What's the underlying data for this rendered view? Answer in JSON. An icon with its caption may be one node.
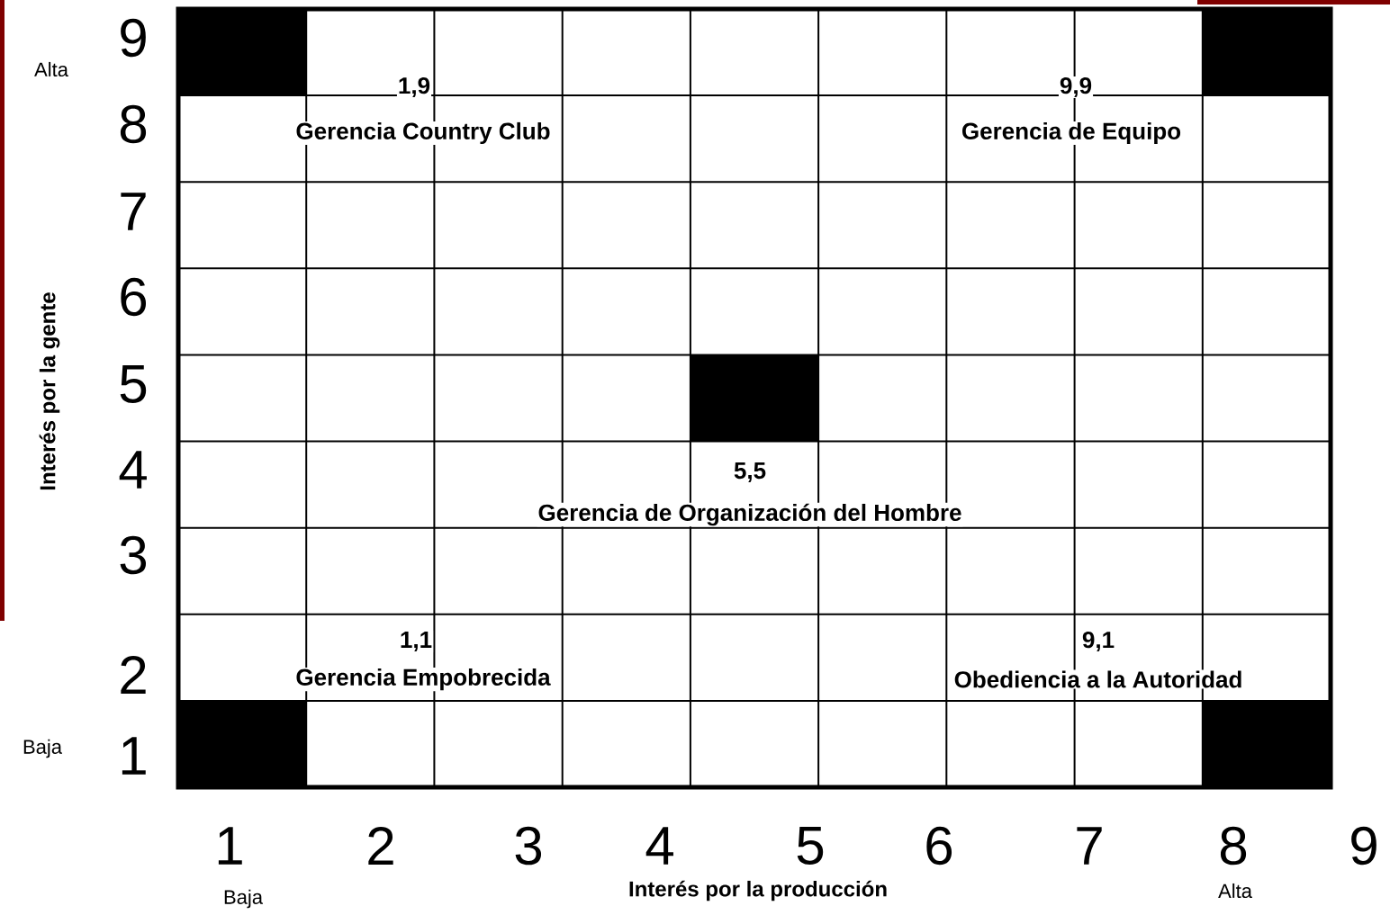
{
  "diagram": {
    "labels": [
      "Alta",
      "9",
      "1,9",
      "9,9",
      "8",
      "Gerencia Country Club",
      "Gerencia de Equipo",
      "7",
      "Interés por la gente",
      "6",
      "5",
      "4",
      "5,5",
      "Gerencia de Organización del Hombre",
      "3",
      "1,1",
      "9,1",
      "2",
      "Gerencia Empobrecida",
      "Obediencia a la Autoridad",
      "Baja",
      "1",
      "1",
      "2",
      "3",
      "4",
      "5",
      "6",
      "7",
      "8",
      "9",
      "Interés por la producción",
      "Alta",
      "Baja"
    ]
  }
}
